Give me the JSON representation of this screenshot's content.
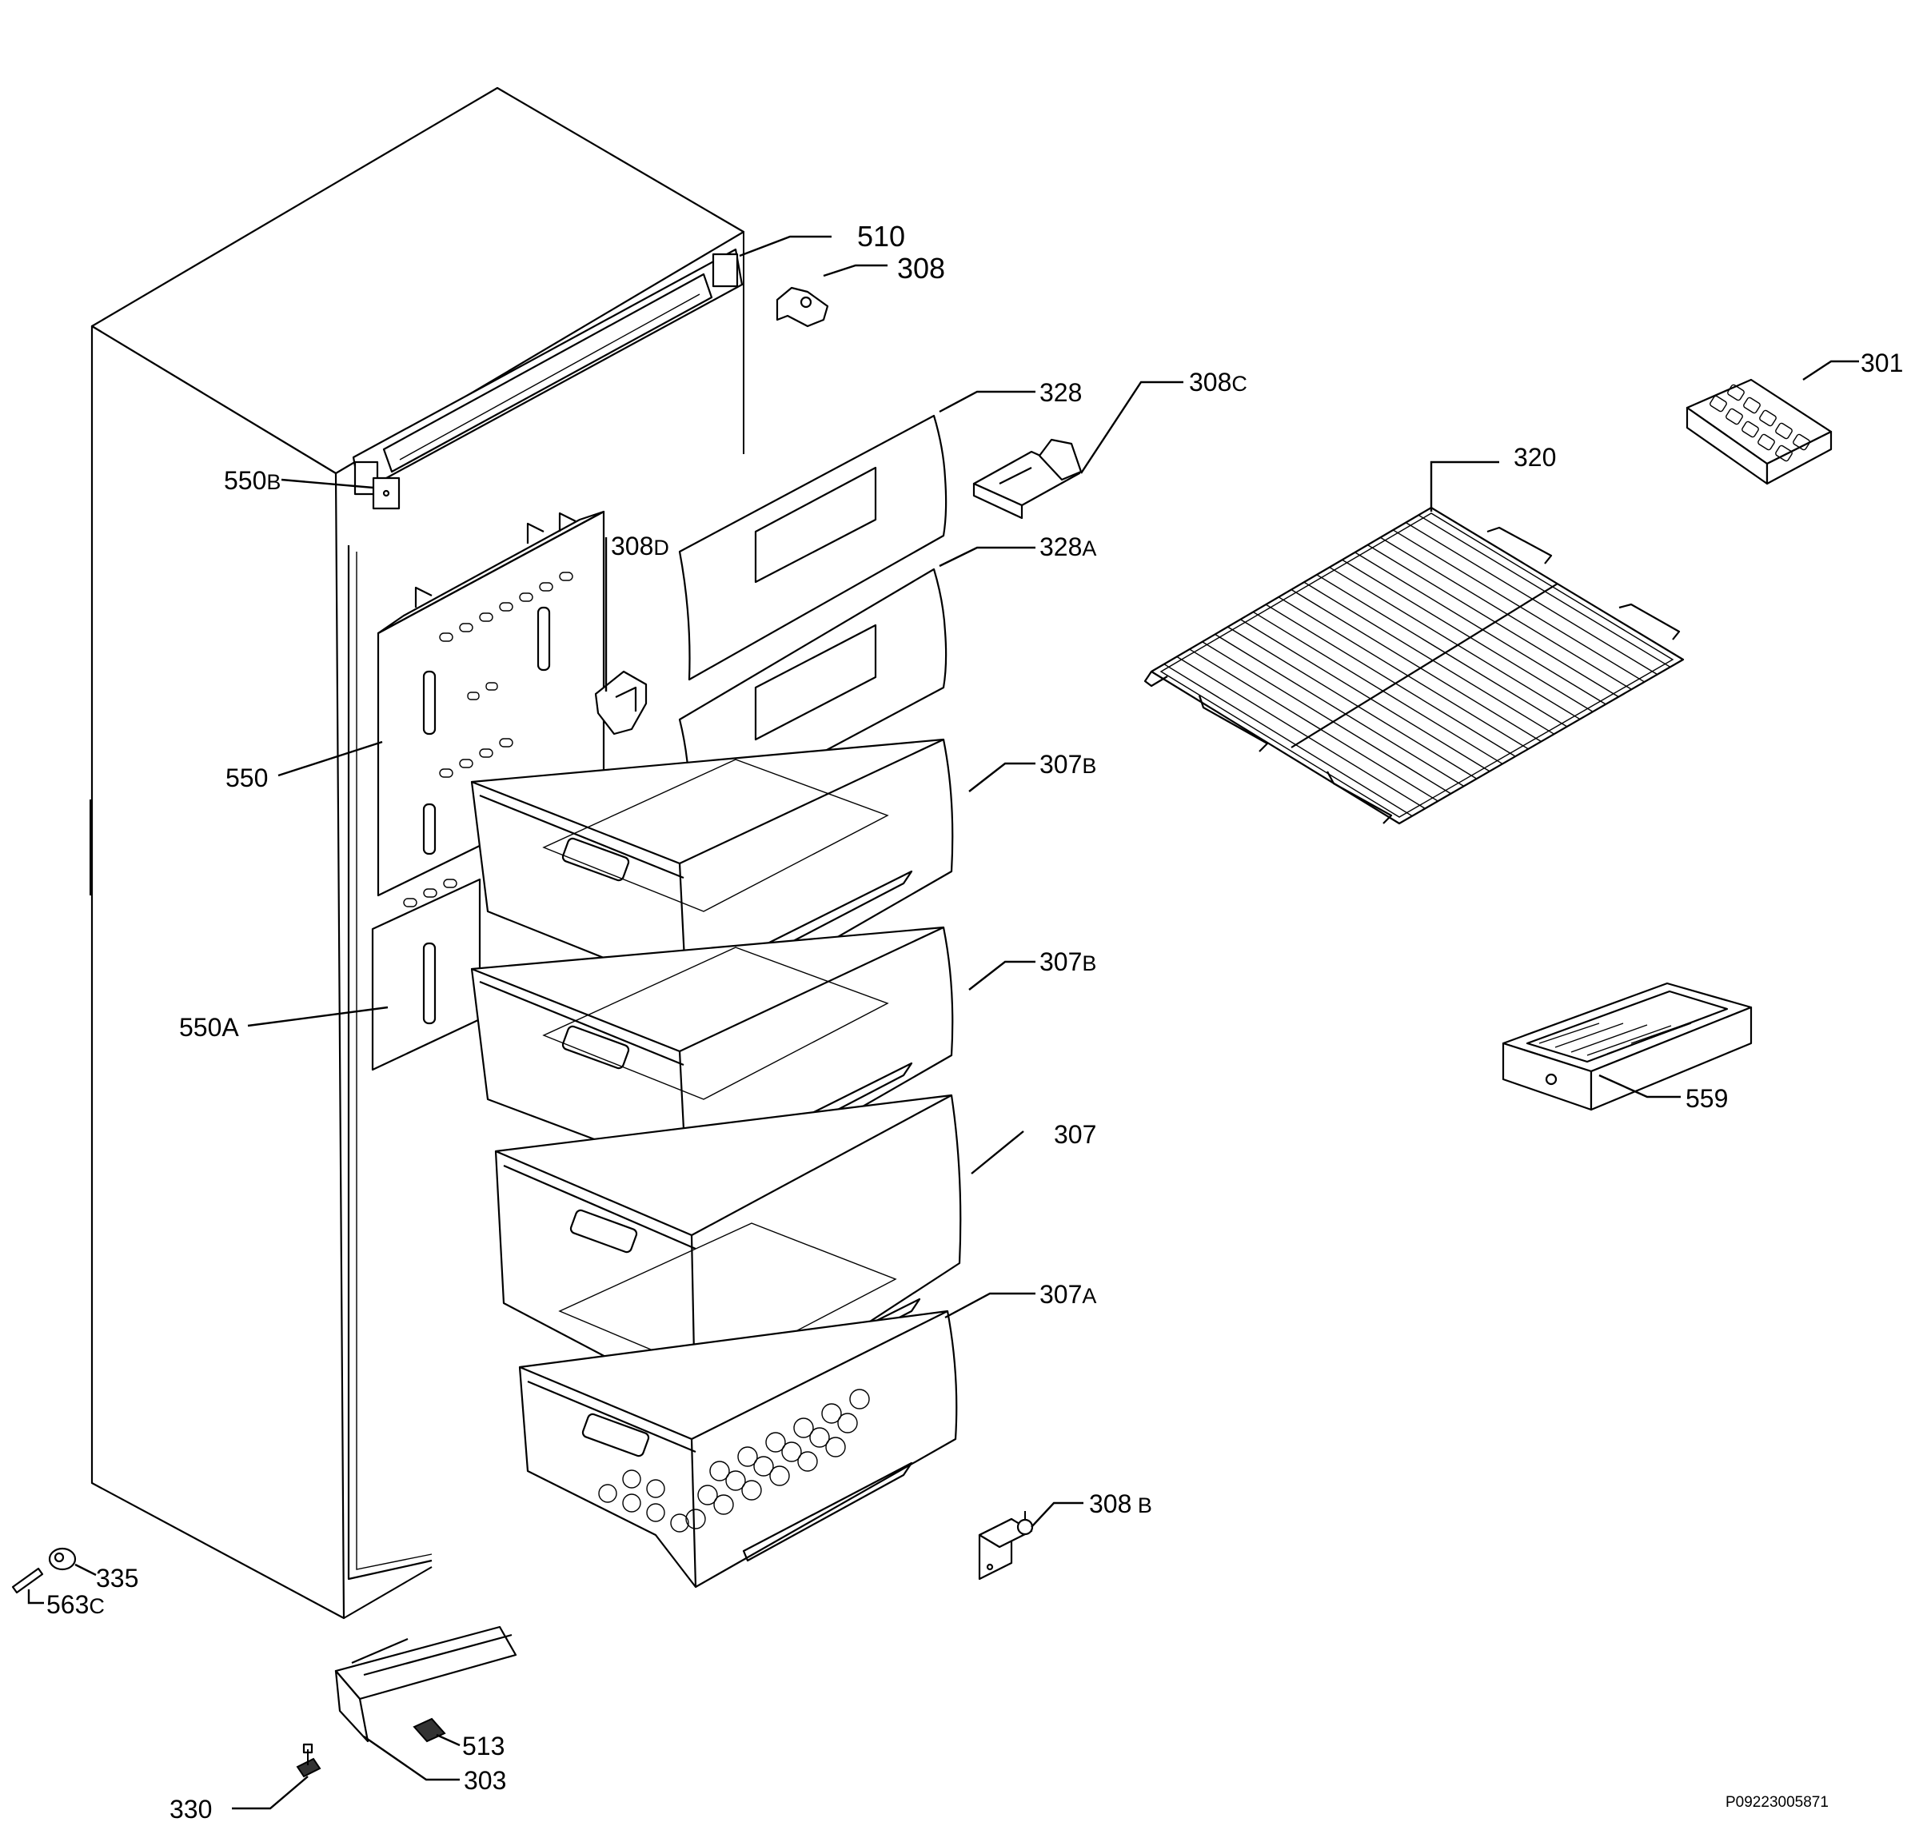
{
  "diagram_code": "P09223005871",
  "callouts": [
    {
      "id": "510",
      "main": "510",
      "suffix": ""
    },
    {
      "id": "308",
      "main": "308",
      "suffix": ""
    },
    {
      "id": "328",
      "main": "328",
      "suffix": ""
    },
    {
      "id": "308c",
      "main": "308",
      "suffix": "C"
    },
    {
      "id": "301",
      "main": "301",
      "suffix": ""
    },
    {
      "id": "320",
      "main": "320",
      "suffix": ""
    },
    {
      "id": "550b",
      "main": "550",
      "suffix": "B"
    },
    {
      "id": "308d",
      "main": "308",
      "suffix": "D"
    },
    {
      "id": "328a",
      "main": "328",
      "suffix": "A"
    },
    {
      "id": "550",
      "main": "550",
      "suffix": ""
    },
    {
      "id": "307b-1",
      "main": "307",
      "suffix": "B"
    },
    {
      "id": "307b-2",
      "main": "307",
      "suffix": "B"
    },
    {
      "id": "550a",
      "main": "550A",
      "suffix": ""
    },
    {
      "id": "559",
      "main": "559",
      "suffix": ""
    },
    {
      "id": "307",
      "main": "307",
      "suffix": ""
    },
    {
      "id": "307a",
      "main": "307",
      "suffix": "A"
    },
    {
      "id": "308b",
      "main": "308",
      "suffix": " B"
    },
    {
      "id": "335",
      "main": "335",
      "suffix": ""
    },
    {
      "id": "563c",
      "main": "563",
      "suffix": "C"
    },
    {
      "id": "513",
      "main": "513",
      "suffix": ""
    },
    {
      "id": "303",
      "main": "303",
      "suffix": ""
    },
    {
      "id": "330",
      "main": "330",
      "suffix": ""
    }
  ]
}
